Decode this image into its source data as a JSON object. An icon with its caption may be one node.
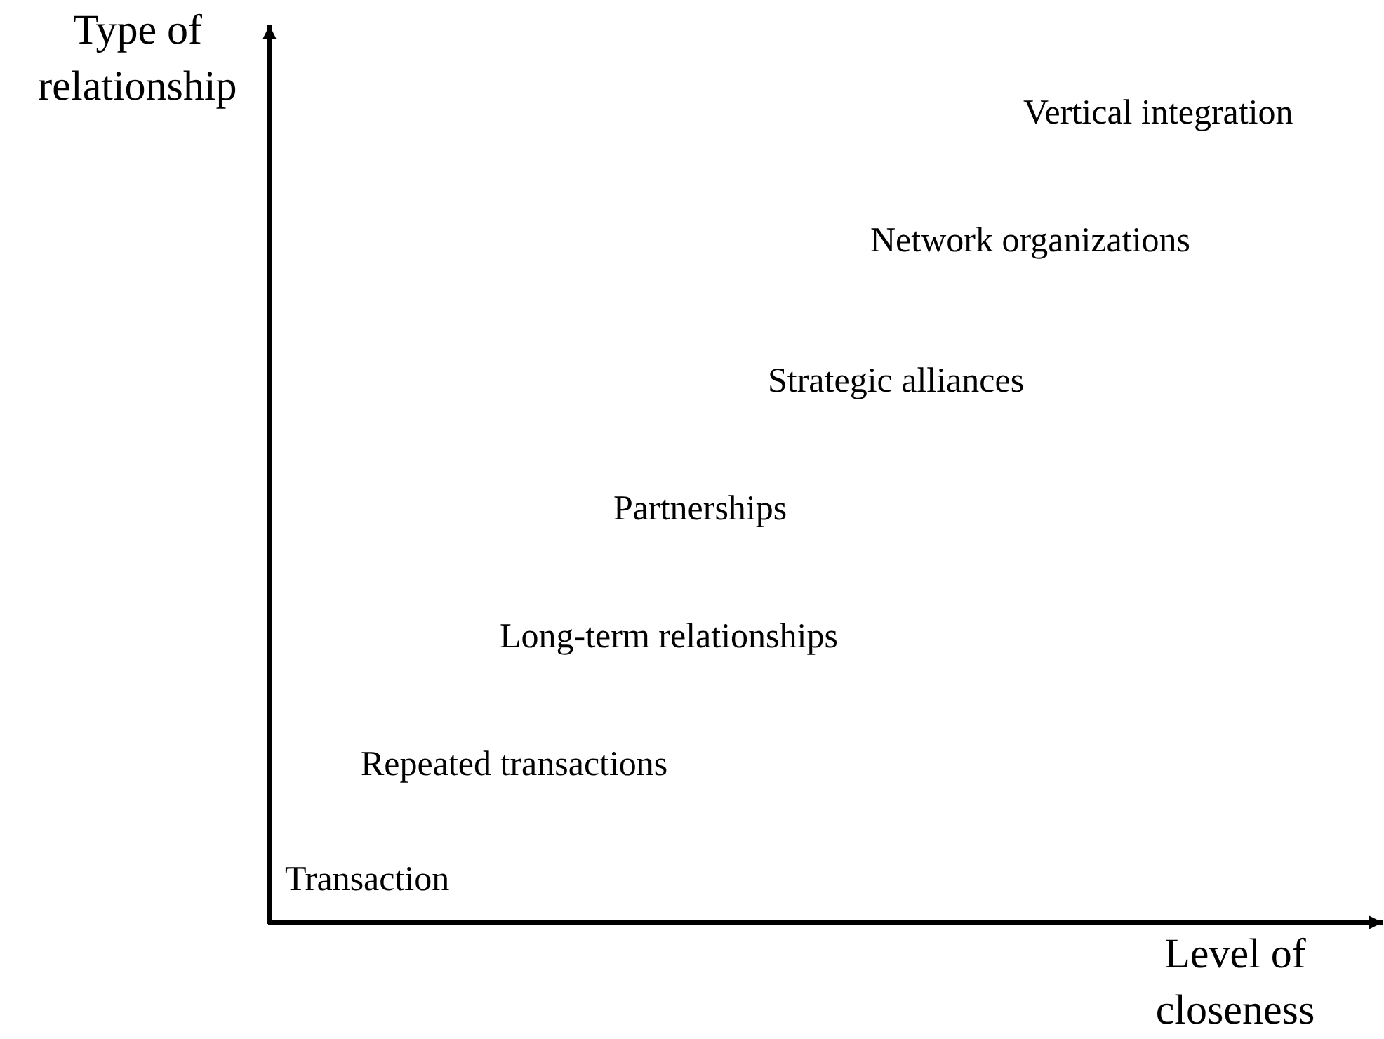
{
  "diagram": {
    "labels": [
      "Type of relationship",
      "Vertical integration",
      "Network organizations",
      "Strategic alliances",
      "Partnerships",
      "Long-term relationships",
      "Repeated transactions",
      "Transaction",
      "Level of closeness"
    ]
  }
}
